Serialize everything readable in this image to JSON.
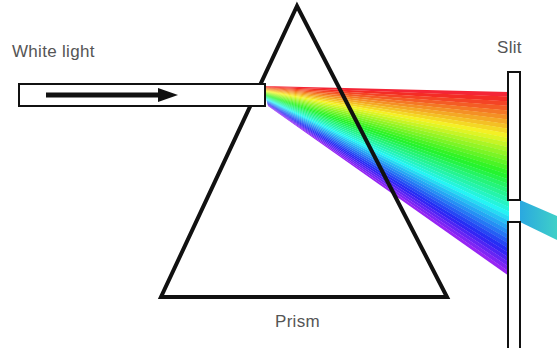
{
  "diagram": {
    "labels": [
      "White light",
      "Prism",
      "Slit"
    ]
  }
}
